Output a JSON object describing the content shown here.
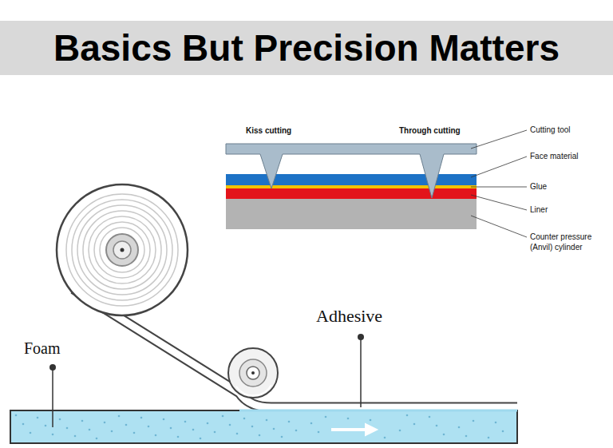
{
  "diagram": {
    "title": "Basics But Precision Matters",
    "labels": [
      "Kiss cutting",
      "Through cutting",
      "Cutting tool",
      "Face material",
      "Glue",
      "Liner",
      "Counter pressure (Anvil) cylinder",
      "Foam",
      "Adhesive"
    ]
  }
}
